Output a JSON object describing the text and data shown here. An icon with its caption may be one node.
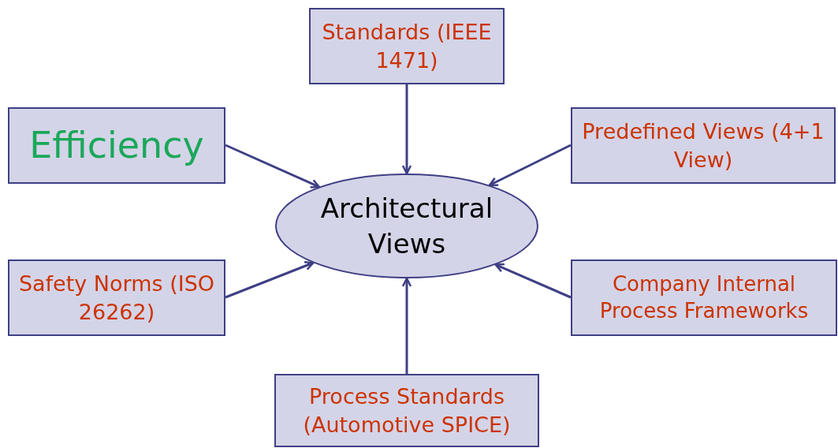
{
  "diagram": {
    "nodes": [
      {
        "text": [
          "Standards (IEEE 1471)"
        ]
      },
      {
        "text": [
          "Efficiency"
        ]
      },
      {
        "text": [
          "Predefined Views (4+1 View)"
        ]
      },
      {
        "text": [
          "Architectural Views"
        ]
      },
      {
        "text": [
          "Safety Norms (ISO 26262)"
        ]
      },
      {
        "text": [
          "Company Internal Process Frameworks"
        ]
      },
      {
        "text": [
          "Process Standards (Automotive SPICE)"
        ]
      }
    ],
    "edges": [
      {
        "from": 0,
        "to": 3,
        "arrow": "to"
      },
      {
        "from": 1,
        "to": 3,
        "arrow": "to"
      },
      {
        "from": 2,
        "to": 3,
        "arrow": "to"
      },
      {
        "from": 4,
        "to": 3,
        "arrow": "to"
      },
      {
        "from": 5,
        "to": 3,
        "arrow": "to"
      },
      {
        "from": 6,
        "to": 3,
        "arrow": "to"
      }
    ]
  }
}
